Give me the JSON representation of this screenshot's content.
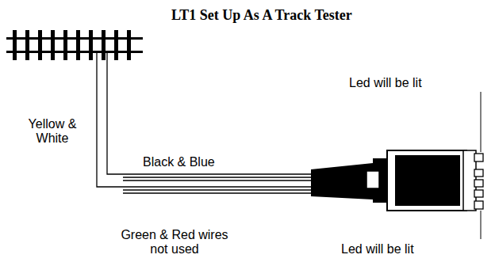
{
  "diagram": {
    "title": "LT1 Set Up As A Track Tester",
    "labels": [
      "Yellow & White",
      "Black & Blue",
      "Green & Red wires not used",
      "Led will be lit",
      "Led will be lit"
    ]
  }
}
